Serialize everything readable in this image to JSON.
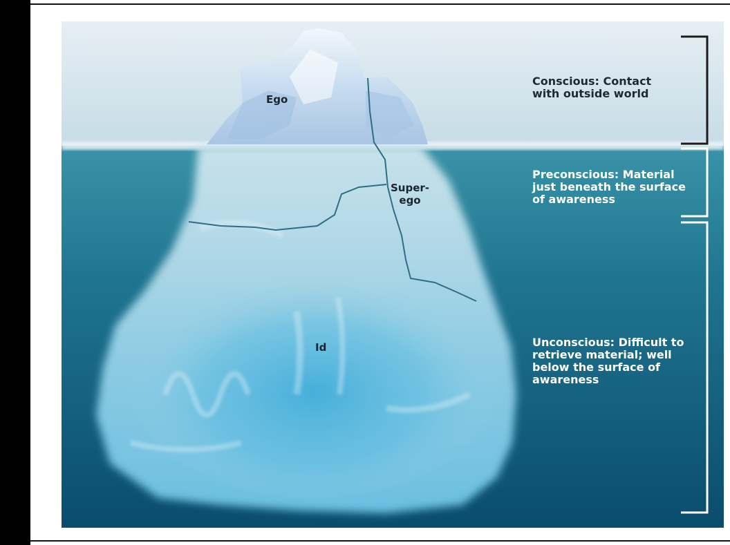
{
  "regions": {
    "ego": "Ego",
    "superego": "Super-\nego",
    "id": "Id"
  },
  "levels": {
    "conscious": "Conscious: Contact\nwith outside world",
    "preconscious": "Preconscious: Material\njust beneath the surface\nof awareness",
    "unconscious": "Unconscious: Difficult to\nretrieve material; well\nbelow the surface of\nawareness"
  },
  "colors": {
    "sky_top": "#e4eef3",
    "sky_bottom": "#c9dfe8",
    "water_top": "#2f8aa0",
    "water_bottom": "#0b4e6f",
    "ice_light": "#dcecf4",
    "ice_mid": "#9fcfe2",
    "ice_deep": "#4fb2d6",
    "conscious_text": "#1d2a36",
    "water_text": "#ffffff"
  }
}
